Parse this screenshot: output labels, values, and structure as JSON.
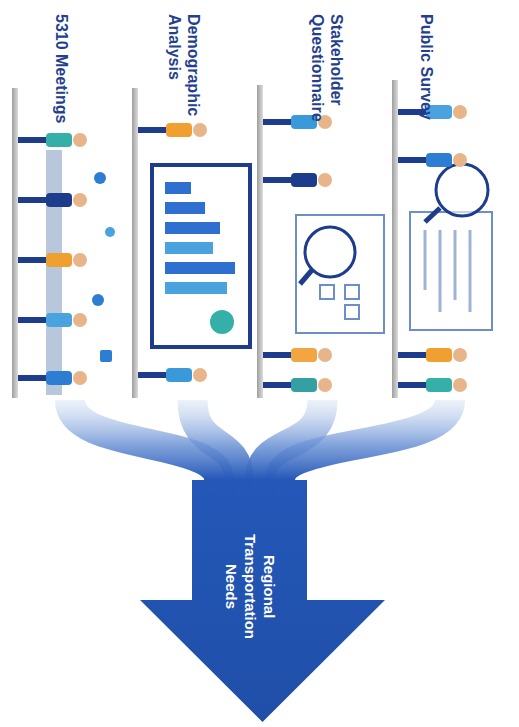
{
  "diagram": {
    "nodes": [
      {
        "text": [
          "Public Survey"
        ]
      },
      {
        "text": [
          "Stakeholder Questionnaire"
        ]
      },
      {
        "text": [
          "Demographic Analysis"
        ]
      },
      {
        "text": [
          "5310 Meetings"
        ]
      },
      {
        "text": [
          "Regional Transportation Needs"
        ]
      }
    ],
    "edges": [
      {
        "from": 0,
        "to": 4,
        "arrow": "to"
      },
      {
        "from": 1,
        "to": 4,
        "arrow": "to"
      },
      {
        "from": 2,
        "to": 4,
        "arrow": "to"
      },
      {
        "from": 3,
        "to": 4,
        "arrow": "to"
      }
    ]
  }
}
